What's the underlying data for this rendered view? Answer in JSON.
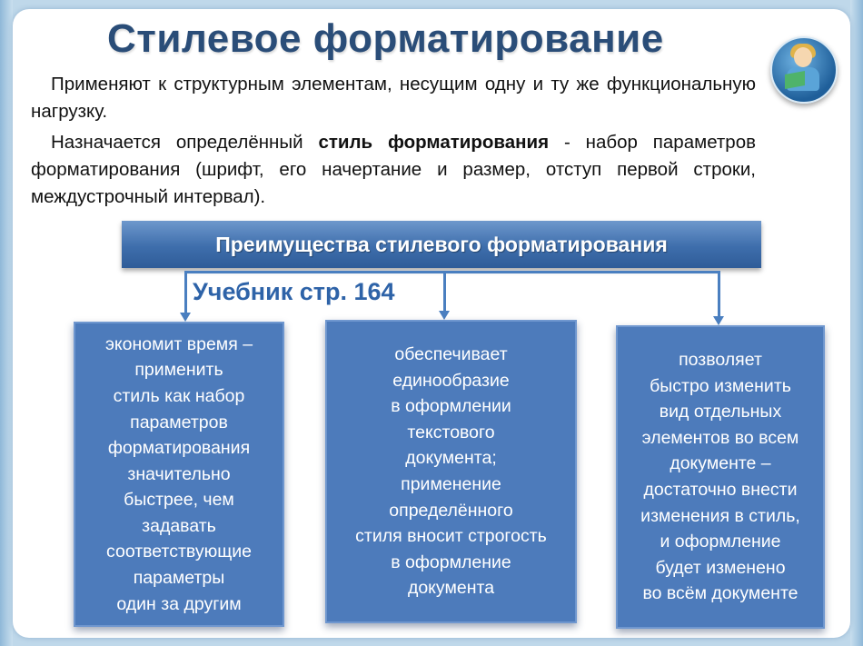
{
  "title": "Стилевое форматирование",
  "paragraph1": "Применяют к структурным элементам, несущим одну и ту же функциональную нагрузку.",
  "paragraph2": {
    "before": "Назначается определённый ",
    "bold": "стиль форматирования",
    "after": " - набор параметров форматирования (шрифт, его начертание и размер, отступ первой строки, междустрочный интервал)."
  },
  "banner": "Преимущества стилевого форматирования",
  "textbook_ref": "Учебник стр. 164",
  "cards": [
    {
      "lines": [
        "экономит время –",
        "применить",
        "стиль как набор",
        "параметров",
        "форматирования",
        "значительно",
        "быстрее, чем",
        "задавать",
        "соответствующие",
        "параметры",
        "один за другим"
      ]
    },
    {
      "lines": [
        "обеспечивает",
        "единообразие",
        "в оформлении",
        "текстового",
        "документа;",
        "применение",
        "определённого",
        "стиля вносит строгость",
        "в оформление",
        "документа"
      ]
    },
    {
      "lines": [
        "позволяет",
        "быстро изменить",
        "вид отдельных",
        "элементов во всем",
        "документе –",
        "достаточно внести",
        "изменения в стиль,",
        "и оформление",
        "будет изменено",
        "во всём документе"
      ]
    }
  ],
  "icons": {
    "avatar": "student-reading-avatar-icon"
  },
  "colors": {
    "title": "#2a4d78",
    "banner": "#3e6eac",
    "card": "#4d7bbb",
    "textbook": "#2e63a8"
  }
}
